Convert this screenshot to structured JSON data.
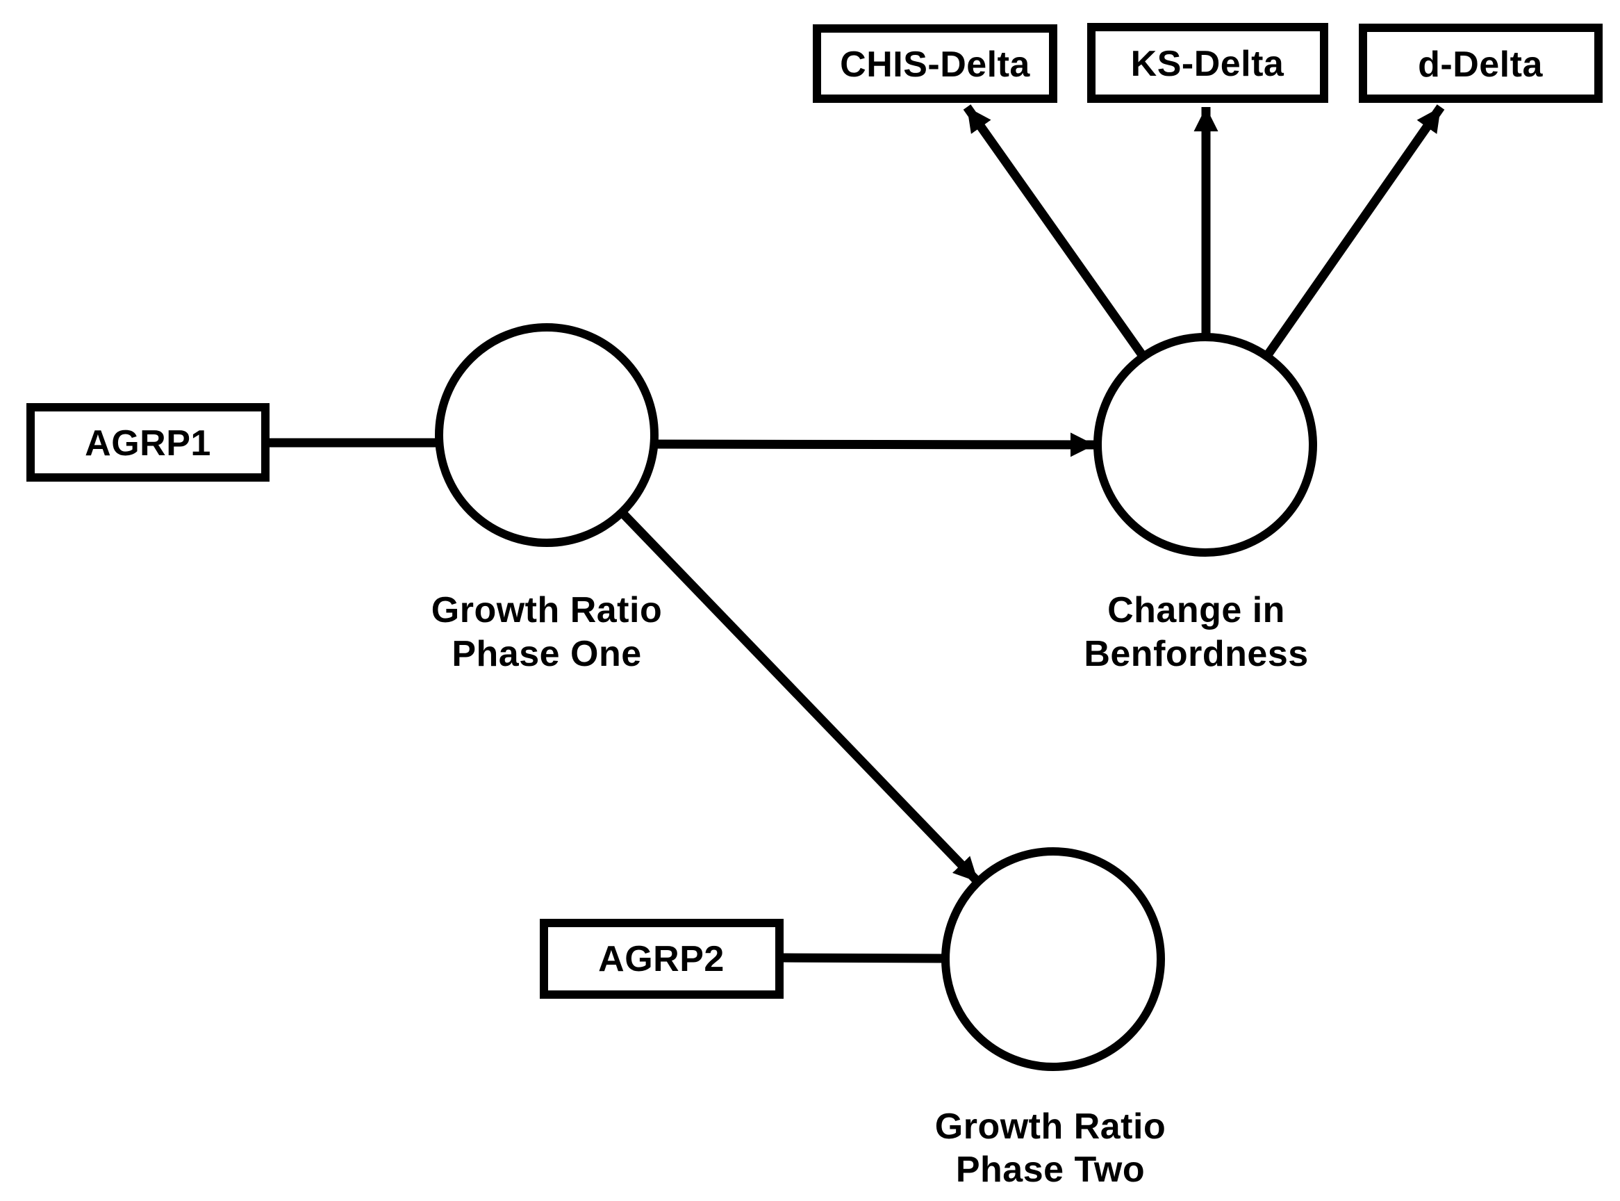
{
  "diagram": {
    "kind": "structural-path-diagram",
    "background_color": "#ffffff",
    "line_color": "#000000",
    "observed_boxes": [
      {
        "id": "AGRP1",
        "label": "AGRP1"
      },
      {
        "id": "AGRP2",
        "label": "AGRP2"
      },
      {
        "id": "CHIS-Delta",
        "label": "CHIS-Delta"
      },
      {
        "id": "KS-Delta",
        "label": "KS-Delta"
      },
      {
        "id": "d-Delta",
        "label": "d-Delta"
      }
    ],
    "latent_circles": [
      {
        "id": "growth-ratio-phase-one",
        "label_line1": "Growth Ratio",
        "label_line2": "Phase One"
      },
      {
        "id": "change-in-benfordness",
        "label_line1": "Change in",
        "label_line2": "Benfordness"
      },
      {
        "id": "growth-ratio-phase-two",
        "label_line1": "Growth Ratio",
        "label_line2": "Phase Two"
      }
    ],
    "edges": [
      {
        "from": "AGRP1",
        "to": "growth-ratio-phase-one",
        "arrowhead": false
      },
      {
        "from": "growth-ratio-phase-one",
        "to": "change-in-benfordness",
        "arrowhead": true
      },
      {
        "from": "growth-ratio-phase-one",
        "to": "growth-ratio-phase-two",
        "arrowhead": true
      },
      {
        "from": "AGRP2",
        "to": "growth-ratio-phase-two",
        "arrowhead": false
      },
      {
        "from": "change-in-benfordness",
        "to": "CHIS-Delta",
        "arrowhead": true
      },
      {
        "from": "change-in-benfordness",
        "to": "KS-Delta",
        "arrowhead": true
      },
      {
        "from": "change-in-benfordness",
        "to": "d-Delta",
        "arrowhead": true
      }
    ]
  }
}
